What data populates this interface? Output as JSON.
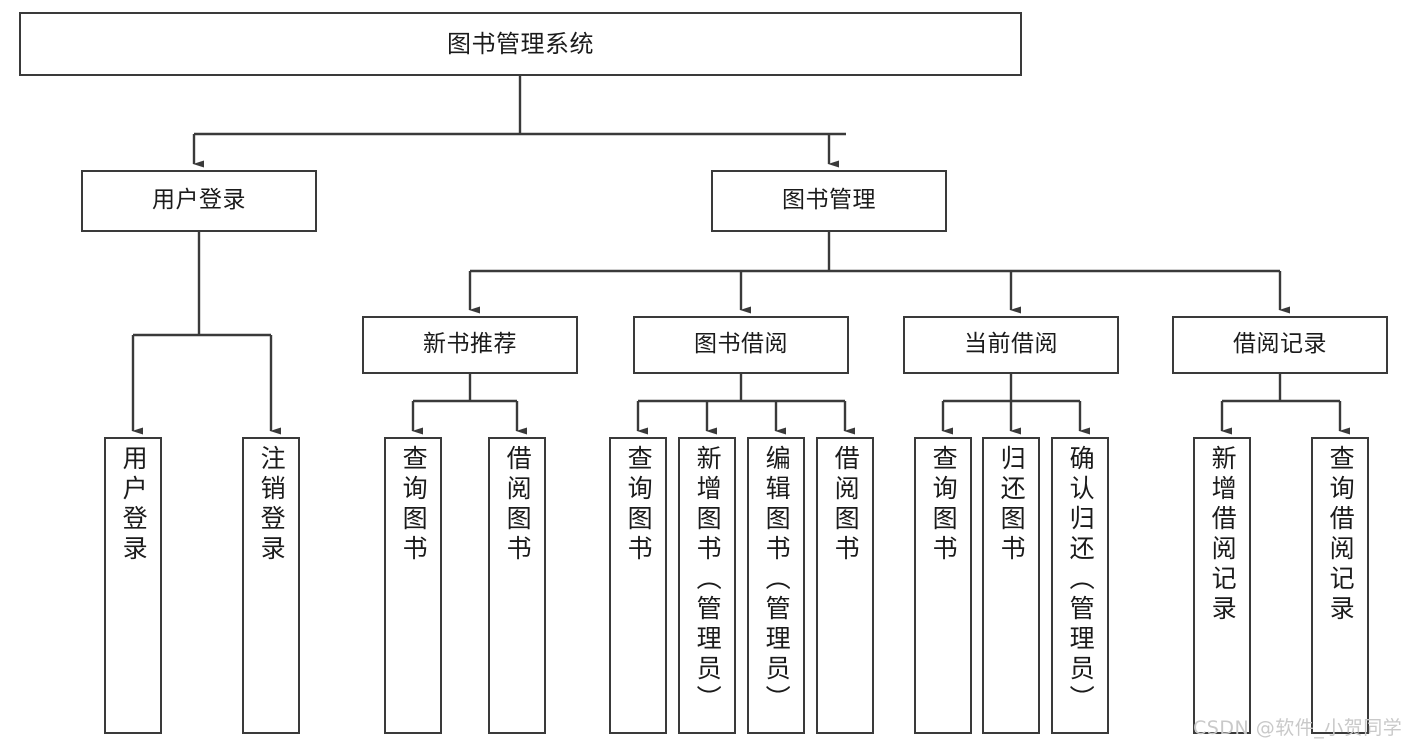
{
  "diagram": {
    "title": "图书管理系统",
    "type": "functional-hierarchy-tree",
    "stroke_color": "#3a3a3a",
    "fill_color": "#ffffff",
    "text_color": "#1b1b1b",
    "watermark": "CSDN @软件_小贺同学",
    "levels": {
      "root": {
        "label": "图书管理系统"
      },
      "level2": [
        {
          "label": "用户登录"
        },
        {
          "label": "图书管理"
        }
      ],
      "level3": [
        {
          "label": "新书推荐"
        },
        {
          "label": "图书借阅"
        },
        {
          "label": "当前借阅"
        },
        {
          "label": "借阅记录"
        }
      ],
      "leaves": {
        "user_login": [
          {
            "label": "用户登录"
          },
          {
            "label": "注销登录"
          }
        ],
        "new_book_recommend": [
          {
            "label": "查询图书"
          },
          {
            "label": "借阅图书"
          }
        ],
        "book_borrow": [
          {
            "label": "查询图书"
          },
          {
            "label": "新增图书（管理员）"
          },
          {
            "label": "编辑图书（管理员）"
          },
          {
            "label": "借阅图书"
          }
        ],
        "current_borrow": [
          {
            "label": "查询图书"
          },
          {
            "label": "归还图书"
          },
          {
            "label": "确认归还（管理员）"
          }
        ],
        "borrow_record": [
          {
            "label": "新增借阅记录"
          },
          {
            "label": "查询借阅记录"
          }
        ]
      }
    }
  }
}
